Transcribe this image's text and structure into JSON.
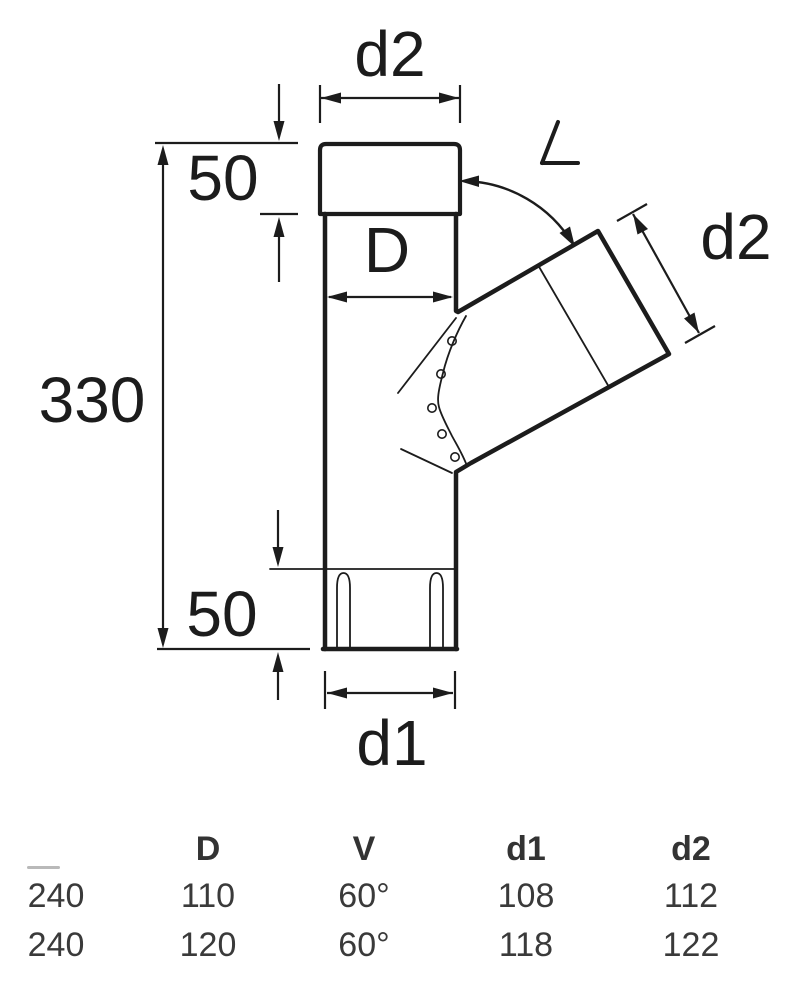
{
  "drawing": {
    "labels": {
      "top_d2": "d2",
      "top_50": "50",
      "body_D": "D",
      "length_330": "330",
      "bottom_50": "50",
      "bottom_d1": "d1",
      "branch_d2": "d2"
    },
    "angle_symbol": "∠",
    "colors": {
      "line": "#1c1c1c",
      "background": "#ffffff"
    }
  },
  "table": {
    "headers": [
      "",
      "D",
      "V",
      "d1",
      "d2"
    ],
    "rows": [
      [
        "240",
        "110",
        "60°",
        "108",
        "112"
      ],
      [
        "240",
        "120",
        "60°",
        "118",
        "122"
      ]
    ],
    "text_color": "#3a3a3a"
  }
}
